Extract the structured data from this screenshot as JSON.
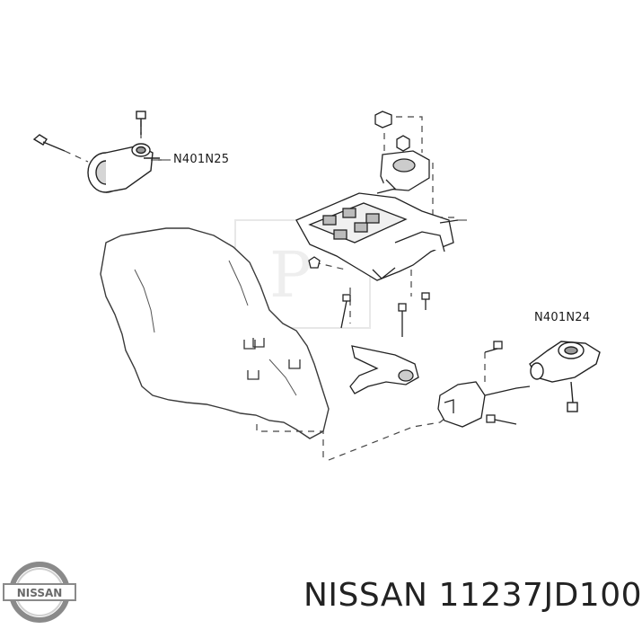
{
  "callouts": {
    "rear_mount": "N401N25",
    "side_mount": "N401N24"
  },
  "logo": {
    "text": "NISSAN"
  },
  "part": {
    "brand": "NISSAN",
    "number": "11237JD100"
  },
  "colors": {
    "line": "#2b2b2b",
    "light_line": "#555555",
    "watermark": "#d9d9d9"
  }
}
